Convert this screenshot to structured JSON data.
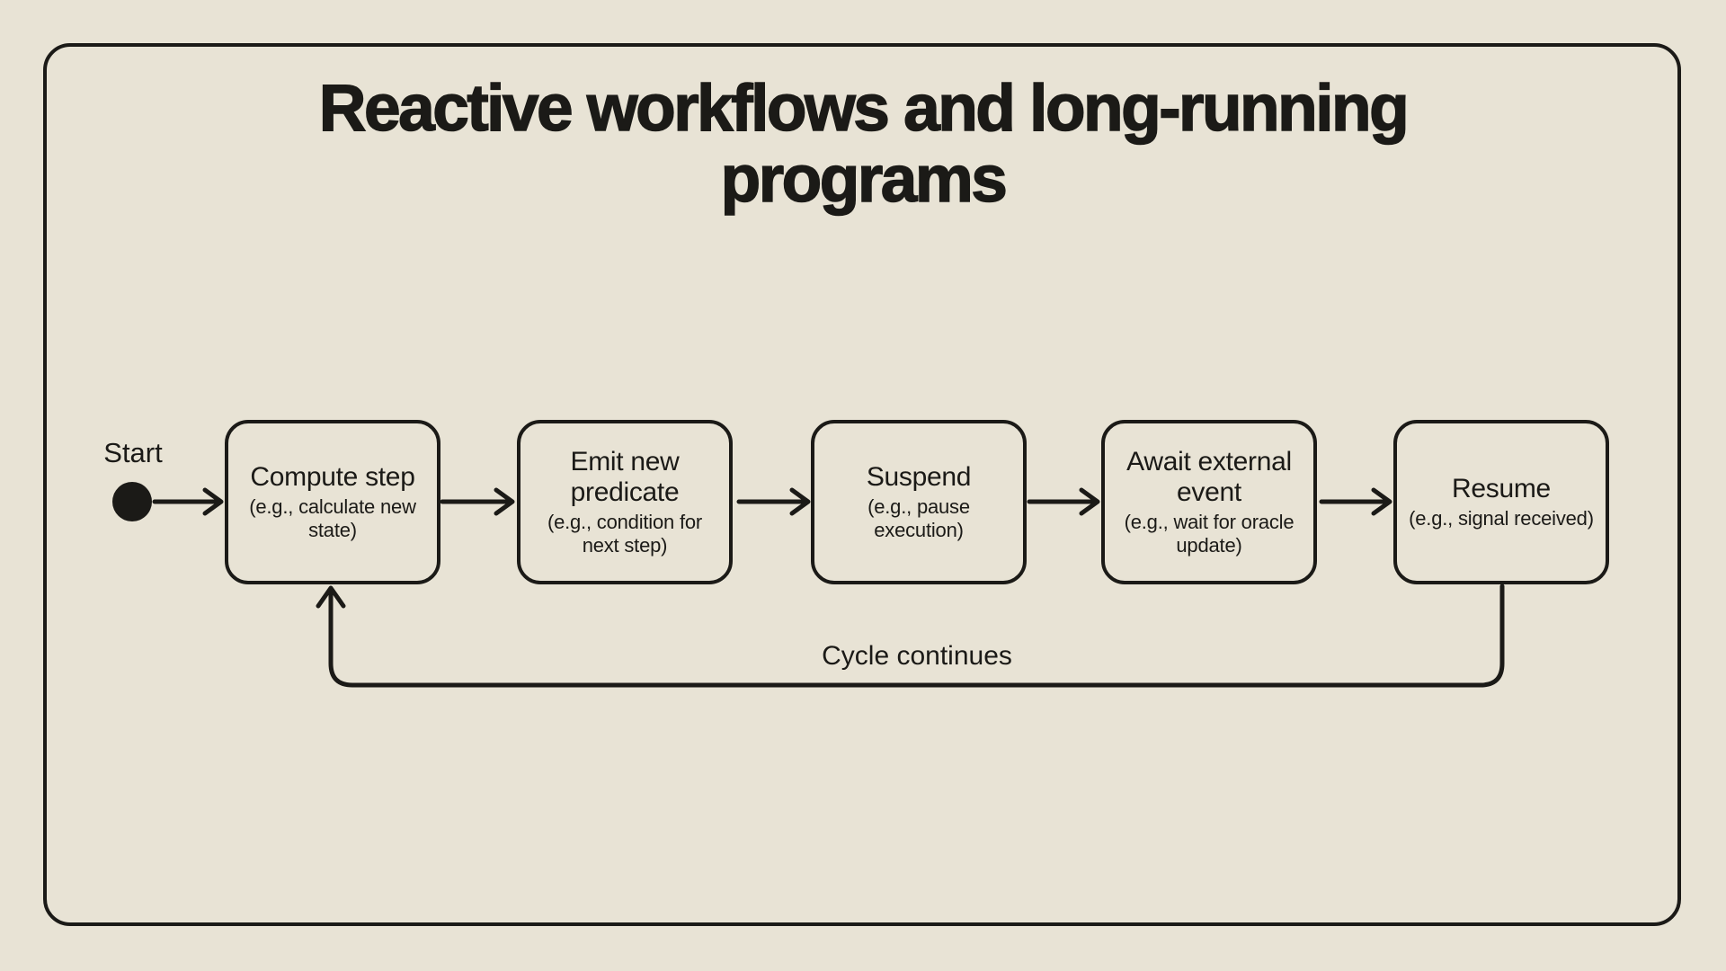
{
  "canvas": {
    "background_color": "#e8e3d5",
    "ink_color": "#1b1a17"
  },
  "title": {
    "line1": "Reactive workflows and long-running",
    "line2": "programs"
  },
  "start": {
    "label": "Start"
  },
  "nodes": [
    {
      "label": "Compute step",
      "example": "(e.g., calculate new state)"
    },
    {
      "label": "Emit new predicate",
      "example": "(e.g., condition for next step)"
    },
    {
      "label": "Suspend",
      "example": "(e.g., pause execution)"
    },
    {
      "label": "Await external event",
      "example": "(e.g., wait for oracle update)"
    },
    {
      "label": "Resume",
      "example": "(e.g., signal received)"
    }
  ],
  "loop": {
    "label": "Cycle continues"
  }
}
